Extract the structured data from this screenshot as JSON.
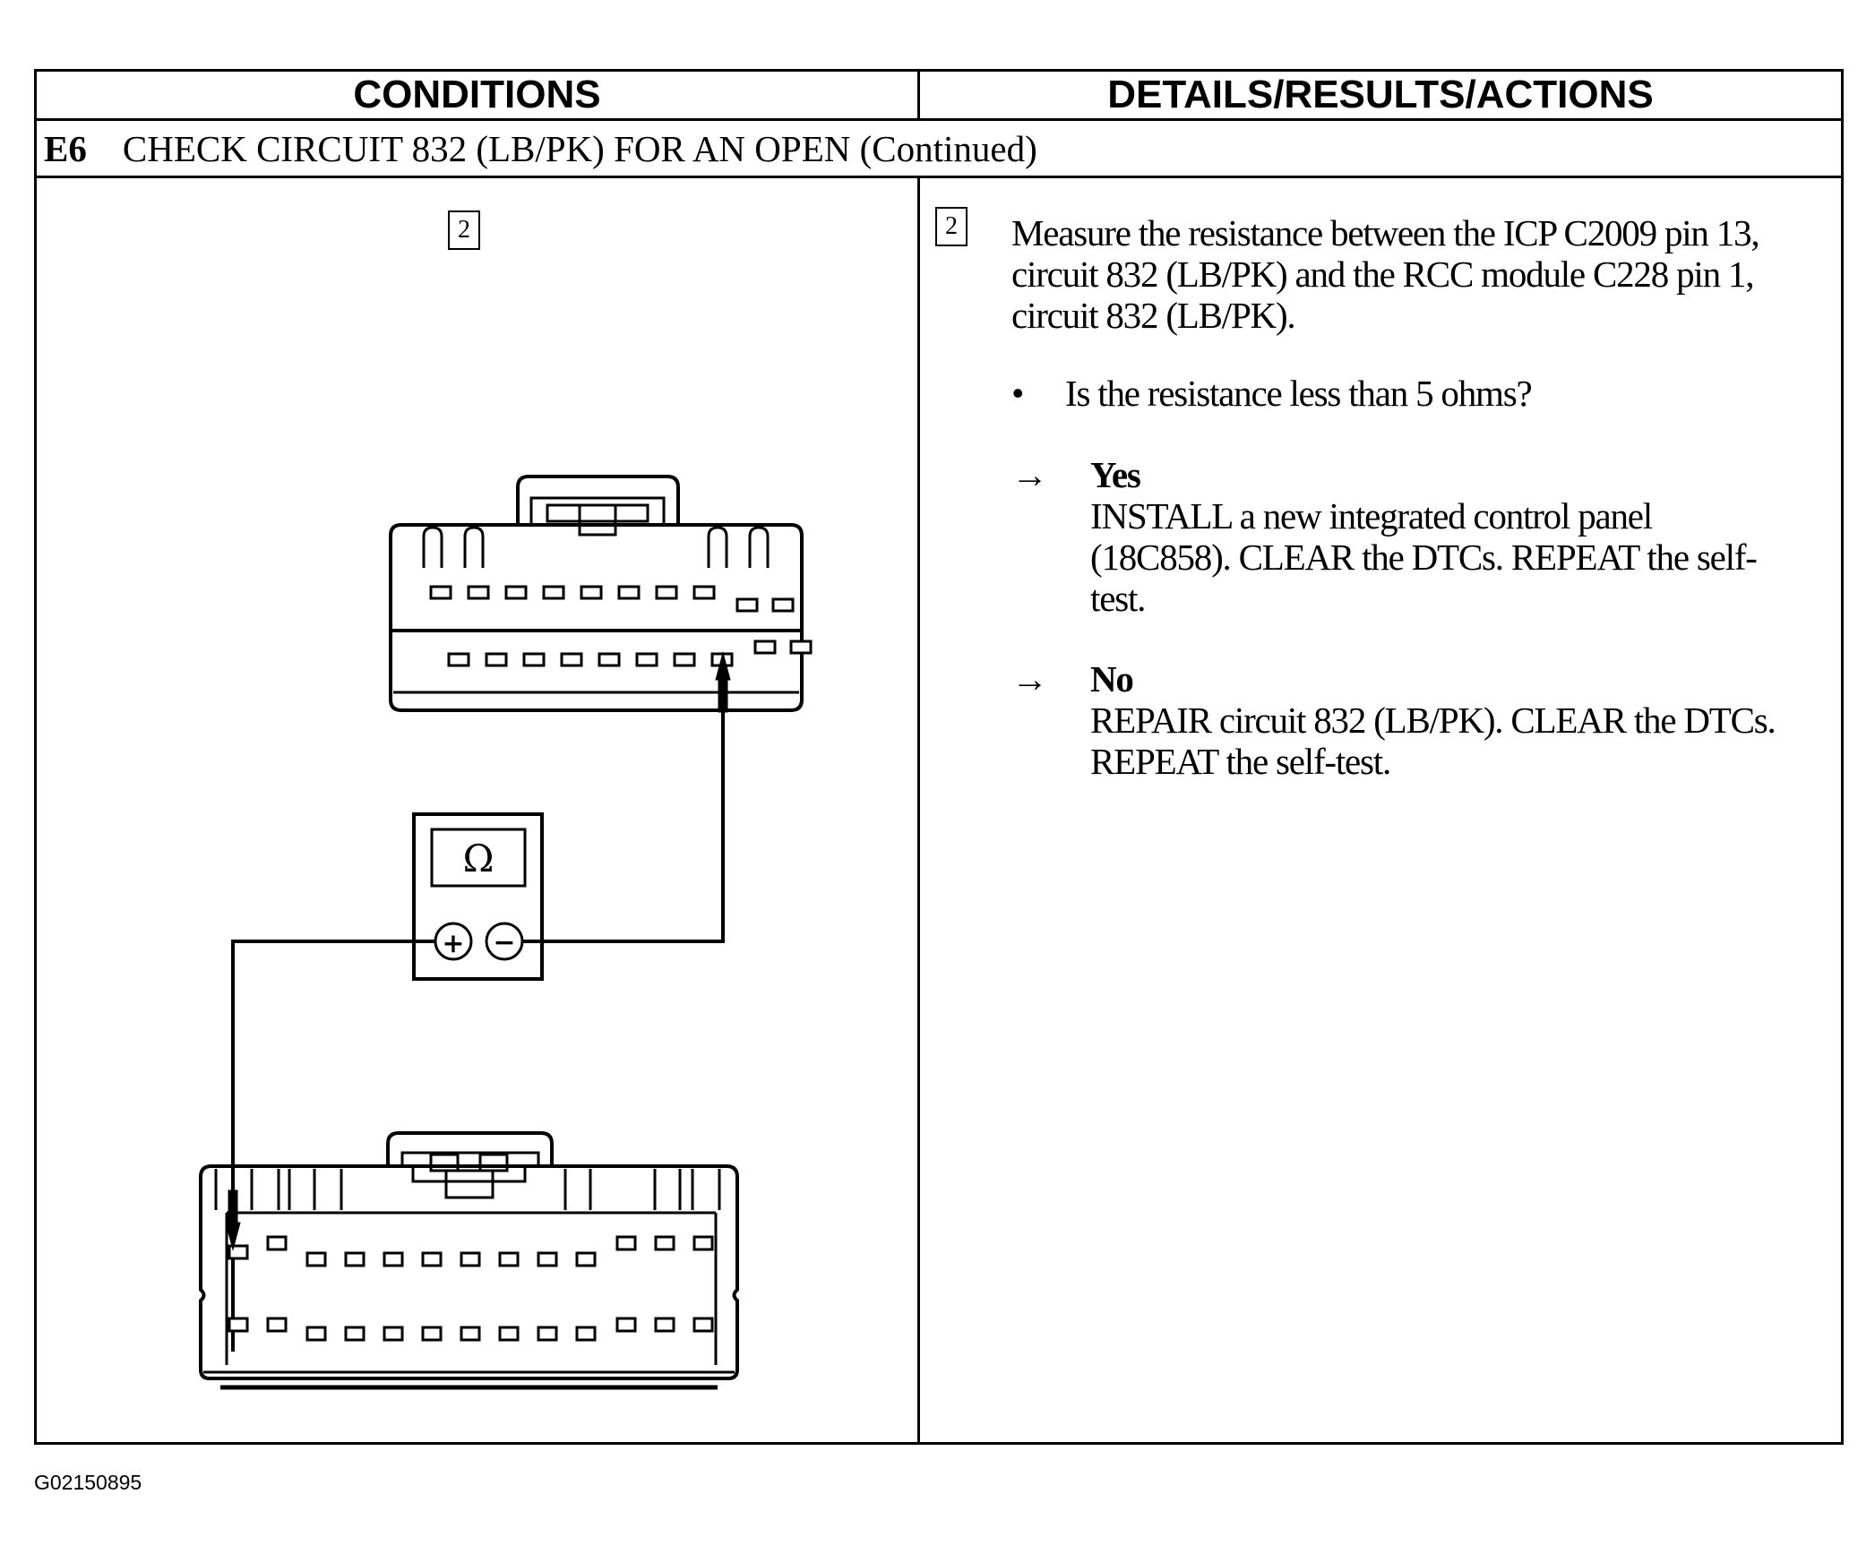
{
  "header": {
    "conditions": "CONDITIONS",
    "details": "DETAILS/RESULTS/ACTIONS"
  },
  "step": {
    "id": "E6",
    "title": "CHECK CIRCUIT 832 (LB/PK) FOR AN OPEN (Continued)"
  },
  "conditions": {
    "step_number": "2",
    "meter_symbol": "Ω",
    "meter_plus": "+",
    "meter_minus": "−"
  },
  "details": {
    "step_number": "2",
    "instruction": "Measure the resistance between the ICP C2009 pin 13, circuit 832 (LB/PK) and the RCC module C228 pin 1, circuit 832 (LB/PK).",
    "bullet": "•",
    "question": "Is the resistance less than 5 ohms?",
    "arrow": "→",
    "yes_label": "Yes",
    "yes_action": "INSTALL a new integrated control panel (18C858). CLEAR the DTCs. REPEAT the self-test.",
    "no_label": "No",
    "no_action": "REPAIR circuit 832 (LB/PK). CLEAR the DTCs. REPEAT the self-test."
  },
  "figure_code": "G02150895"
}
